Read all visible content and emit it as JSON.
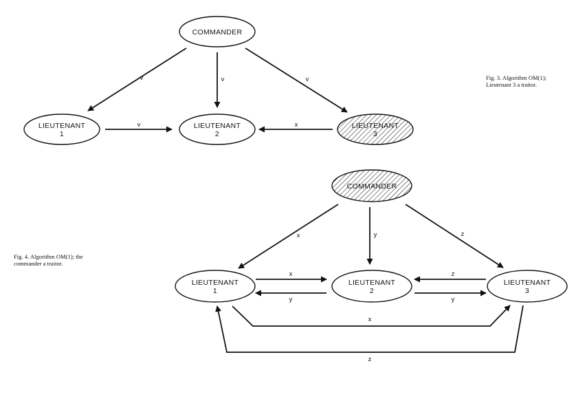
{
  "figures": [
    {
      "caption": "Fig. 3.   Algorithm OM(1); Lieutenant 3 a traitor.",
      "nodes": [
        {
          "name": "node-commander-fig3",
          "lines": [
            "COMMANDER"
          ],
          "traitor": false
        },
        {
          "name": "node-lieutenant1-fig3",
          "lines": [
            "LIEUTENANT",
            "1"
          ],
          "traitor": false
        },
        {
          "name": "node-lieutenant2-fig3",
          "lines": [
            "LIEUTENANT",
            "2"
          ],
          "traitor": false
        },
        {
          "name": "node-lieutenant3-fig3",
          "lines": [
            "LIEUTENANT",
            "3"
          ],
          "traitor": true
        }
      ],
      "edges": [
        {
          "from": "COMMANDER",
          "to": "LIEUTENANT 1",
          "label": "v"
        },
        {
          "from": "COMMANDER",
          "to": "LIEUTENANT 2",
          "label": "v"
        },
        {
          "from": "COMMANDER",
          "to": "LIEUTENANT 3",
          "label": "v"
        },
        {
          "from": "LIEUTENANT 1",
          "to": "LIEUTENANT 2",
          "label": "v"
        },
        {
          "from": "LIEUTENANT 3",
          "to": "LIEUTENANT 2",
          "label": "x"
        }
      ]
    },
    {
      "caption": "Fig. 4.   Algorithm OM(1); the commander a traitor.",
      "nodes": [
        {
          "name": "node-commander-fig4",
          "lines": [
            "COMMANDER"
          ],
          "traitor": true
        },
        {
          "name": "node-lieutenant1-fig4",
          "lines": [
            "LIEUTENANT",
            "1"
          ],
          "traitor": false
        },
        {
          "name": "node-lieutenant2-fig4",
          "lines": [
            "LIEUTENANT",
            "2"
          ],
          "traitor": false
        },
        {
          "name": "node-lieutenant3-fig4",
          "lines": [
            "LIEUTENANT",
            "3"
          ],
          "traitor": false
        }
      ],
      "edges": [
        {
          "from": "COMMANDER",
          "to": "LIEUTENANT 1",
          "label": "x"
        },
        {
          "from": "COMMANDER",
          "to": "LIEUTENANT 2",
          "label": "y"
        },
        {
          "from": "COMMANDER",
          "to": "LIEUTENANT 3",
          "label": "z"
        },
        {
          "from": "LIEUTENANT 1",
          "to": "LIEUTENANT 2",
          "label": "x"
        },
        {
          "from": "LIEUTENANT 2",
          "to": "LIEUTENANT 1",
          "label": "y"
        },
        {
          "from": "LIEUTENANT 3",
          "to": "LIEUTENANT 2",
          "label": "z"
        },
        {
          "from": "LIEUTENANT 2",
          "to": "LIEUTENANT 3",
          "label": "y"
        },
        {
          "from": "LIEUTENANT 1",
          "to": "LIEUTENANT 3",
          "label": "x"
        },
        {
          "from": "LIEUTENANT 3",
          "to": "LIEUTENANT 1",
          "label": "z"
        }
      ]
    }
  ]
}
